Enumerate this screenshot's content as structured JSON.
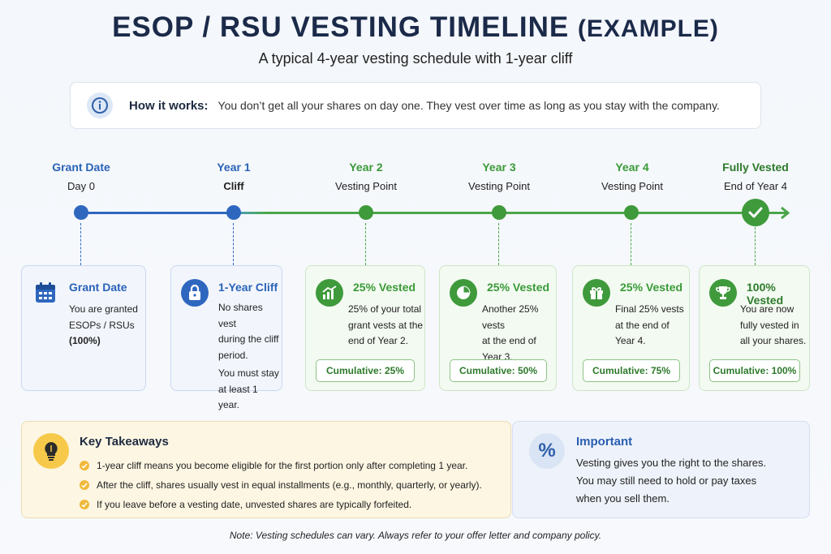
{
  "title": {
    "main": "ESOP / RSU VESTING TIMELINE",
    "suffix": "(EXAMPLE)"
  },
  "subtitle": "A typical 4-year vesting schedule with 1-year cliff",
  "how_it_works": {
    "label": "How it works:",
    "text": "You don’t get all your shares on day one. They vest over time as long as you stay with the company."
  },
  "milestones": [
    {
      "title": "Grant Date",
      "sub": "Day 0"
    },
    {
      "title": "Year 1",
      "sub": "Cliff"
    },
    {
      "title": "Year 2",
      "sub": "Vesting Point"
    },
    {
      "title": "Year 3",
      "sub": "Vesting Point"
    },
    {
      "title": "Year 4",
      "sub": "Vesting Point"
    },
    {
      "title": "Fully Vested",
      "sub": "End of Year 4"
    }
  ],
  "cards": [
    {
      "title": "Grant Date",
      "body": [
        "You are granted",
        "ESOPs / RSUs"
      ],
      "body_bold": "(100%)",
      "icon": "calendar-icon"
    },
    {
      "title": "1-Year Cliff",
      "body": [
        "No shares vest",
        "during the cliff",
        "period."
      ],
      "body2": [
        "You must stay",
        "at least 1 year."
      ],
      "icon": "lock-icon"
    },
    {
      "title": "25% Vested",
      "body": [
        "25% of your total",
        "grant vests at the",
        "end of Year 2."
      ],
      "cumulative": "Cumulative: 25%",
      "icon": "chart-up-icon"
    },
    {
      "title": "25% Vested",
      "body": [
        "Another 25% vests",
        "at the end of",
        "Year 3."
      ],
      "cumulative": "Cumulative: 50%",
      "icon": "pie-chart-icon"
    },
    {
      "title": "25% Vested",
      "body": [
        "Final 25% vests",
        "at the end of",
        "Year 4."
      ],
      "cumulative": "Cumulative: 75%",
      "icon": "gift-icon"
    },
    {
      "title": "100% Vested",
      "body": [
        "You are now",
        "fully vested in",
        "all your shares."
      ],
      "cumulative": "Cumulative: 100%",
      "icon": "trophy-icon"
    }
  ],
  "key_takeaways": {
    "title": "Key Takeaways",
    "items": [
      "1-year cliff means you become eligible for the first portion only after completing 1 year.",
      "After the cliff, shares usually vest in equal installments (e.g., monthly, quarterly, or yearly).",
      "If you leave before a vesting date, unvested shares are typically forfeited."
    ]
  },
  "important": {
    "title": "Important",
    "lines": [
      "Vesting gives you the right to the shares.",
      "You may still need to hold or pay taxes",
      "when you sell them."
    ]
  },
  "note": "Note: Vesting schedules can vary. Always refer to your offer letter and company policy.",
  "colors": {
    "blue": "#2a62b8",
    "green": "#3a9a38",
    "navy": "#1b2a49",
    "amber": "#f6c94a"
  }
}
